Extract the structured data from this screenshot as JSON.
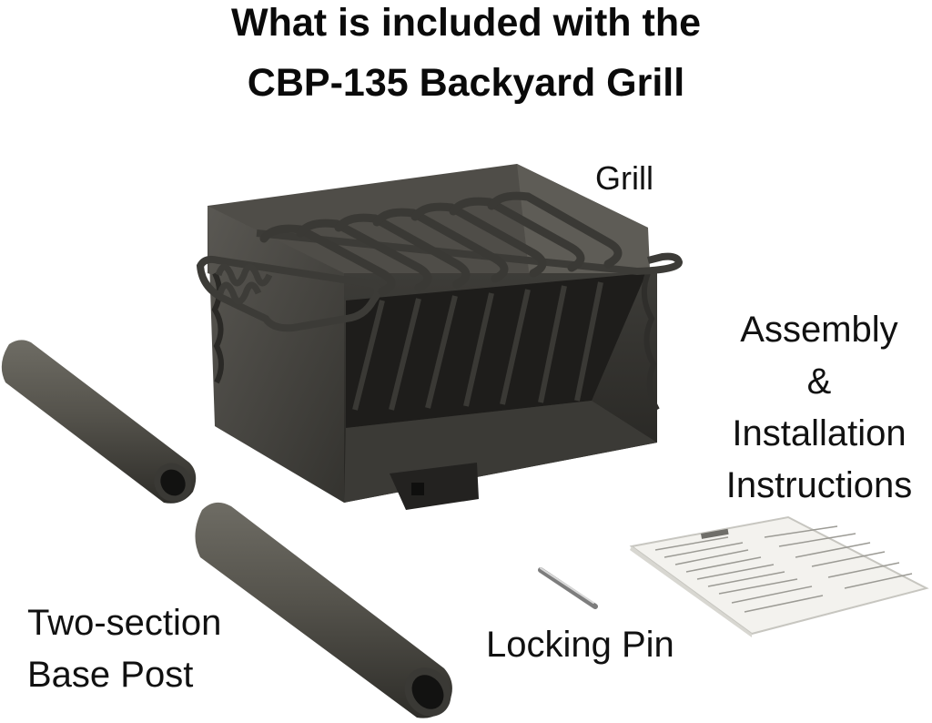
{
  "heading": {
    "line1": "What is included with the",
    "line2": "CBP-135 Backyard Grill"
  },
  "labels": {
    "grill": "Grill",
    "assembly_line1": "Assembly",
    "assembly_line2": "&",
    "assembly_line3": "Installation",
    "assembly_line4": "Instructions",
    "post_line1": "Two-section",
    "post_line2": "Base Post",
    "locking_pin": "Locking Pin"
  },
  "colors": {
    "metal_dark": "#2b2a27",
    "metal_mid": "#4a4843",
    "metal_light": "#6b6962",
    "paper": "#f2f1ec"
  }
}
